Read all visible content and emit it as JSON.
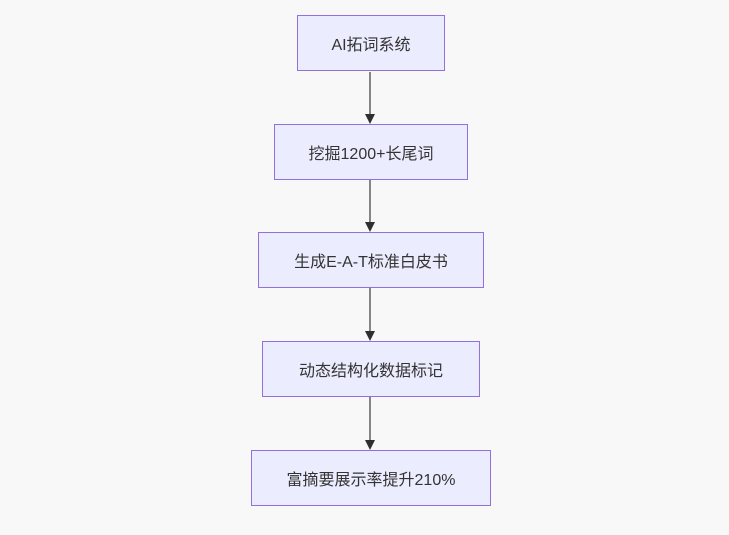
{
  "flowchart": {
    "type": "flowchart-top-down",
    "nodes": [
      {
        "id": "node-1",
        "label": "AI拓词系统"
      },
      {
        "id": "node-2",
        "label": "挖掘1200+长尾词"
      },
      {
        "id": "node-3",
        "label": "生成E-A-T标准白皮书"
      },
      {
        "id": "node-4",
        "label": "动态结构化数据标记"
      },
      {
        "id": "node-5",
        "label": "富摘要展示率提升210%"
      }
    ],
    "edges": [
      {
        "from": "node-1",
        "to": "node-2"
      },
      {
        "from": "node-2",
        "to": "node-3"
      },
      {
        "from": "node-3",
        "to": "node-4"
      },
      {
        "from": "node-4",
        "to": "node-5"
      }
    ],
    "colors": {
      "background": "#f8f8f8",
      "node_fill": "#ececff",
      "node_border": "#9370db",
      "node_text": "#333333",
      "edge_line": "#858585",
      "arrowhead": "#2f2f2f"
    }
  }
}
